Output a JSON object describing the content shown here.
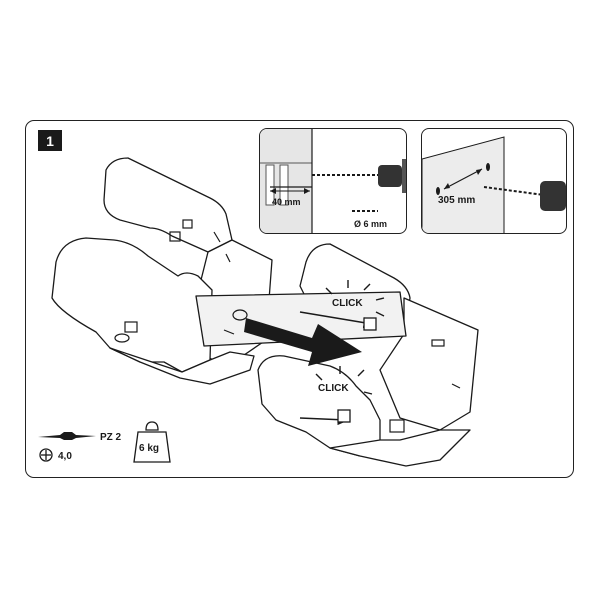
{
  "step": {
    "number": "1"
  },
  "drill_inset_wall_depth": {
    "distance_label": "40 mm",
    "drill_bit_label": "Ø 6 mm"
  },
  "drill_inset_spacing": {
    "distance_label": "305 mm"
  },
  "tools": {
    "screwdriver_label": "PZ 2",
    "screw_label": "4,0",
    "weight_label": "6 kg"
  },
  "click_labels": [
    "CLICK",
    "CLICK"
  ],
  "colors": {
    "line": "#1a1a1a",
    "fill": "#ffffff",
    "shade": "#d9d9d9",
    "badge": "#1a1a1a"
  }
}
